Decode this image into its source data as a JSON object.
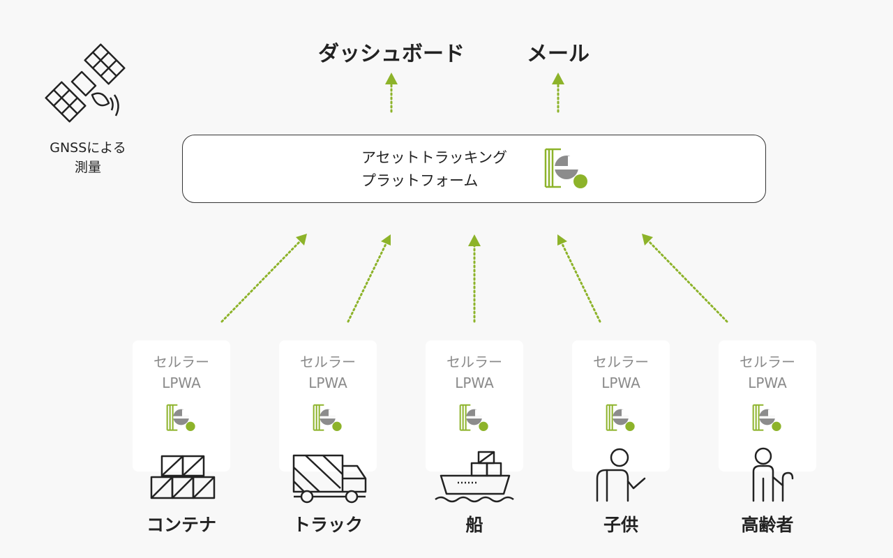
{
  "outputs": [
    {
      "label": "ダッシュボード"
    },
    {
      "label": "メール"
    }
  ],
  "gnss": {
    "line1": "GNSSによる",
    "line2": "測量",
    "icon": "satellite-icon"
  },
  "platform": {
    "line1": "アセットトラッキング",
    "line2": "プラットフォーム",
    "logo": "e-logo-icon"
  },
  "devices": [
    {
      "name": "container",
      "icon": "container-icon",
      "network_line1": "セルラー",
      "network_line2": "LPWA",
      "label": "コンテナ"
    },
    {
      "name": "truck",
      "icon": "truck-icon",
      "network_line1": "セルラー",
      "network_line2": "LPWA",
      "label": "トラック"
    },
    {
      "name": "ship",
      "icon": "ship-icon",
      "network_line1": "セルラー",
      "network_line2": "LPWA",
      "label": "船"
    },
    {
      "name": "child",
      "icon": "child-icon",
      "network_line1": "セルラー",
      "network_line2": "LPWA",
      "label": "子供"
    },
    {
      "name": "elderly",
      "icon": "elderly-icon",
      "network_line1": "セルラー",
      "network_line2": "LPWA",
      "label": "高齢者"
    }
  ],
  "colors": {
    "accent": "#8db32a",
    "logo_gray": "#8c8c8c",
    "text": "#222222",
    "card_text": "#8a8a8a",
    "background": "#f8f8f8"
  }
}
